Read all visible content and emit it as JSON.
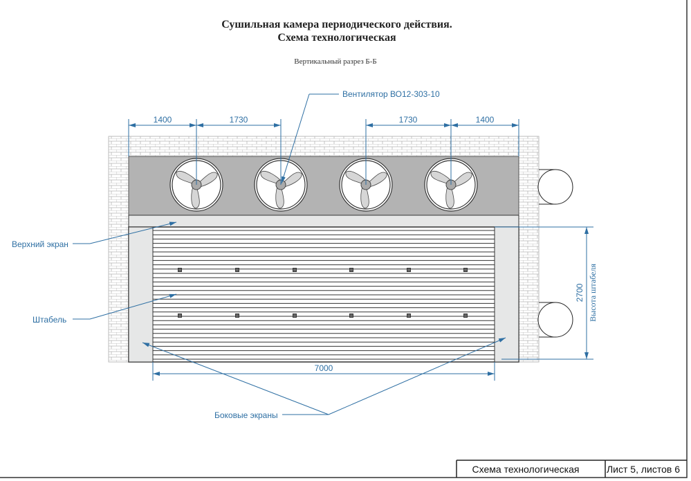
{
  "title": {
    "line1": "Сушильная камера  периодического действия.",
    "line2": "Схема технологическая",
    "section": "Вертикальный разрез Б-Б"
  },
  "dimensions": {
    "top": [
      "1400",
      "1730",
      "1730",
      "1400"
    ],
    "stack_height": "2700",
    "stack_height_label": "Высота штабеля",
    "stack_width": "7000"
  },
  "labels": {
    "fan": "Вентилятор ВО12-303-10",
    "top_screen": "Верхний экран",
    "stack": "Штабель",
    "side_screens": "Боковые экраны"
  },
  "title_block": {
    "name": "Схема технологическая",
    "sheet": "Лист 5, листов 6"
  },
  "colors": {
    "dimension": "#2e6fa3",
    "chamber": "#b3b3b3",
    "screen": "#e6e7e7"
  }
}
